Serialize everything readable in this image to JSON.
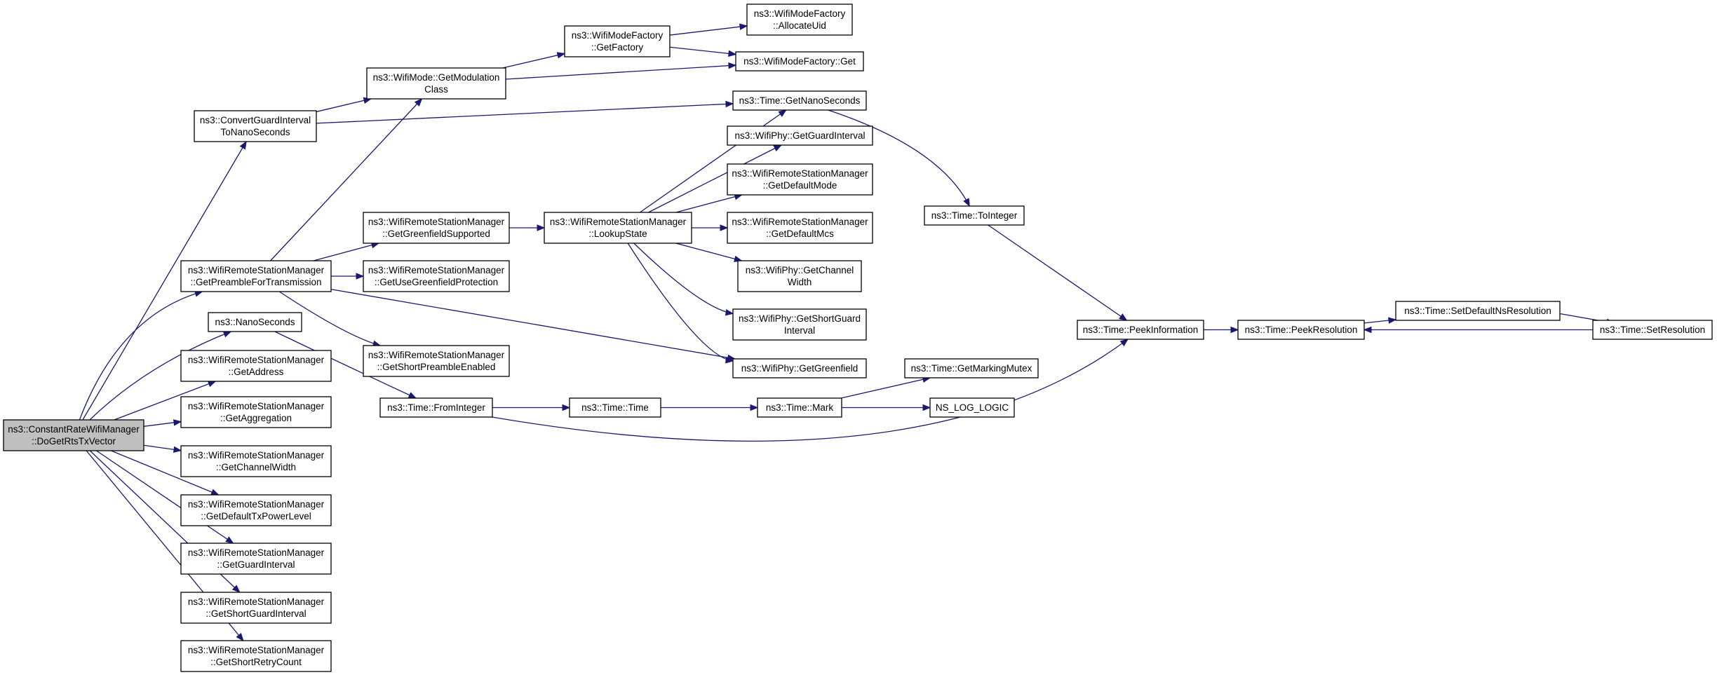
{
  "colors": {
    "edge": "#191970",
    "root_fill": "#bfbfbf",
    "node_fill": "#ffffff",
    "node_border": "#000000"
  },
  "nodes": [
    {
      "id": "root",
      "lines": [
        "ns3::ConstantRateWifiManager",
        "::DoGetRtsTxVector"
      ]
    },
    {
      "id": "cgi",
      "lines": [
        "ns3::ConvertGuardInterval",
        "ToNanoSeconds"
      ]
    },
    {
      "id": "pft",
      "lines": [
        "ns3::WifiRemoteStationManager",
        "::GetPreambleForTransmission"
      ]
    },
    {
      "id": "nano",
      "lines": [
        "ns3::NanoSeconds"
      ]
    },
    {
      "id": "addr",
      "lines": [
        "ns3::WifiRemoteStationManager",
        "::GetAddress"
      ]
    },
    {
      "id": "aggr",
      "lines": [
        "ns3::WifiRemoteStationManager",
        "::GetAggregation"
      ]
    },
    {
      "id": "chw",
      "lines": [
        "ns3::WifiRemoteStationManager",
        "::GetChannelWidth"
      ]
    },
    {
      "id": "dtpl",
      "lines": [
        "ns3::WifiRemoteStationManager",
        "::GetDefaultTxPowerLevel"
      ]
    },
    {
      "id": "gi",
      "lines": [
        "ns3::WifiRemoteStationManager",
        "::GetGuardInterval"
      ]
    },
    {
      "id": "sgi",
      "lines": [
        "ns3::WifiRemoteStationManager",
        "::GetShortGuardInterval"
      ]
    },
    {
      "id": "src",
      "lines": [
        "ns3::WifiRemoteStationManager",
        "::GetShortRetryCount"
      ]
    },
    {
      "id": "gmc",
      "lines": [
        "ns3::WifiMode::GetModulation",
        "Class"
      ]
    },
    {
      "id": "ggs",
      "lines": [
        "ns3::WifiRemoteStationManager",
        "::GetGreenfieldSupported"
      ]
    },
    {
      "id": "ugp",
      "lines": [
        "ns3::WifiRemoteStationManager",
        "::GetUseGreenfieldProtection"
      ]
    },
    {
      "id": "spe",
      "lines": [
        "ns3::WifiRemoteStationManager",
        "::GetShortPreambleEnabled"
      ]
    },
    {
      "id": "fint",
      "lines": [
        "ns3::Time::FromInteger"
      ]
    },
    {
      "id": "gfac",
      "lines": [
        "ns3::WifiModeFactory",
        "::GetFactory"
      ]
    },
    {
      "id": "auid",
      "lines": [
        "ns3::WifiModeFactory",
        "::AllocateUid"
      ]
    },
    {
      "id": "mfget",
      "lines": [
        "ns3::WifiModeFactory::Get"
      ]
    },
    {
      "id": "gns",
      "lines": [
        "ns3::Time::GetNanoSeconds"
      ]
    },
    {
      "id": "pgi",
      "lines": [
        "ns3::WifiPhy::GetGuardInterval"
      ]
    },
    {
      "id": "gdm",
      "lines": [
        "ns3::WifiRemoteStationManager",
        "::GetDefaultMode"
      ]
    },
    {
      "id": "gdmcs",
      "lines": [
        "ns3::WifiRemoteStationManager",
        "::GetDefaultMcs"
      ]
    },
    {
      "id": "pchw",
      "lines": [
        "ns3::WifiPhy::GetChannel",
        "Width"
      ]
    },
    {
      "id": "psgi",
      "lines": [
        "ns3::WifiPhy::GetShortGuard",
        "Interval"
      ]
    },
    {
      "id": "pgf",
      "lines": [
        "ns3::WifiPhy::GetGreenfield"
      ]
    },
    {
      "id": "lks",
      "lines": [
        "ns3::WifiRemoteStationManager",
        "::LookupState"
      ]
    },
    {
      "id": "time",
      "lines": [
        "ns3::Time::Time"
      ]
    },
    {
      "id": "mark",
      "lines": [
        "ns3::Time::Mark"
      ]
    },
    {
      "id": "gmm",
      "lines": [
        "ns3::Time::GetMarkingMutex"
      ]
    },
    {
      "id": "nll",
      "lines": [
        "NS_LOG_LOGIC"
      ]
    },
    {
      "id": "toint",
      "lines": [
        "ns3::Time::ToInteger"
      ]
    },
    {
      "id": "pinf",
      "lines": [
        "ns3::Time::PeekInformation"
      ]
    },
    {
      "id": "pres",
      "lines": [
        "ns3::Time::PeekResolution"
      ]
    },
    {
      "id": "sdnr",
      "lines": [
        "ns3::Time::SetDefaultNsResolution"
      ]
    },
    {
      "id": "sres",
      "lines": [
        "ns3::Time::SetResolution"
      ]
    }
  ],
  "edges": [
    [
      "root",
      "cgi"
    ],
    [
      "root",
      "pft"
    ],
    [
      "root",
      "nano"
    ],
    [
      "root",
      "addr"
    ],
    [
      "root",
      "aggr"
    ],
    [
      "root",
      "chw"
    ],
    [
      "root",
      "dtpl"
    ],
    [
      "root",
      "gi"
    ],
    [
      "root",
      "sgi"
    ],
    [
      "root",
      "src"
    ],
    [
      "cgi",
      "gmc"
    ],
    [
      "cgi",
      "gns"
    ],
    [
      "pft",
      "gmc"
    ],
    [
      "pft",
      "ggs"
    ],
    [
      "pft",
      "ugp"
    ],
    [
      "pft",
      "spe"
    ],
    [
      "pft",
      "pgf"
    ],
    [
      "nano",
      "fint"
    ],
    [
      "gmc",
      "gfac"
    ],
    [
      "gmc",
      "mfget"
    ],
    [
      "gfac",
      "auid"
    ],
    [
      "gfac",
      "mfget"
    ],
    [
      "ggs",
      "lks"
    ],
    [
      "lks",
      "gns"
    ],
    [
      "lks",
      "pgi"
    ],
    [
      "lks",
      "gdm"
    ],
    [
      "lks",
      "gdmcs"
    ],
    [
      "lks",
      "pchw"
    ],
    [
      "lks",
      "psgi"
    ],
    [
      "lks",
      "pgf"
    ],
    [
      "fint",
      "time"
    ],
    [
      "fint",
      "pinf"
    ],
    [
      "time",
      "mark"
    ],
    [
      "mark",
      "gmm"
    ],
    [
      "mark",
      "nll"
    ],
    [
      "gns",
      "toint"
    ],
    [
      "toint",
      "pinf"
    ],
    [
      "pinf",
      "pres"
    ],
    [
      "pres",
      "sdnr"
    ],
    [
      "sdnr",
      "sres"
    ],
    [
      "sres",
      "pres"
    ]
  ]
}
